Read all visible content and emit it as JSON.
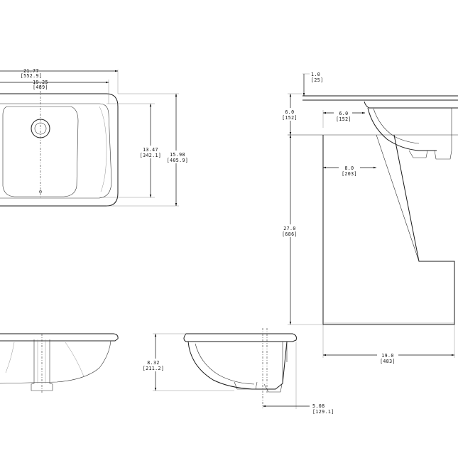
{
  "dimensions": {
    "overall_length": {
      "in": "21.77",
      "mm": "[552.9]"
    },
    "bowl_length": {
      "in": "19.25",
      "mm": "[489]"
    },
    "bowl_width": {
      "in": "13.47",
      "mm": "[342.1]"
    },
    "overall_width": {
      "in": "15.98",
      "mm": "[405.9]"
    },
    "bowl_depth": {
      "in": "8.32",
      "mm": "[211.2]"
    },
    "drain_offset": {
      "in": "5.08",
      "mm": "[129.1]"
    },
    "rim_thickness": {
      "in": "1.0",
      "mm": "[25]"
    },
    "counter_height": {
      "in": "6.0",
      "mm": "[152]"
    },
    "front_setback": {
      "in": "6.0",
      "mm": "[152]"
    },
    "cabinet_setback": {
      "in": "8.0",
      "mm": "[203]"
    },
    "cabinet_height": {
      "in": "27.0",
      "mm": "[686]"
    },
    "cabinet_depth": {
      "in": "19.0",
      "mm": "[483]"
    }
  }
}
